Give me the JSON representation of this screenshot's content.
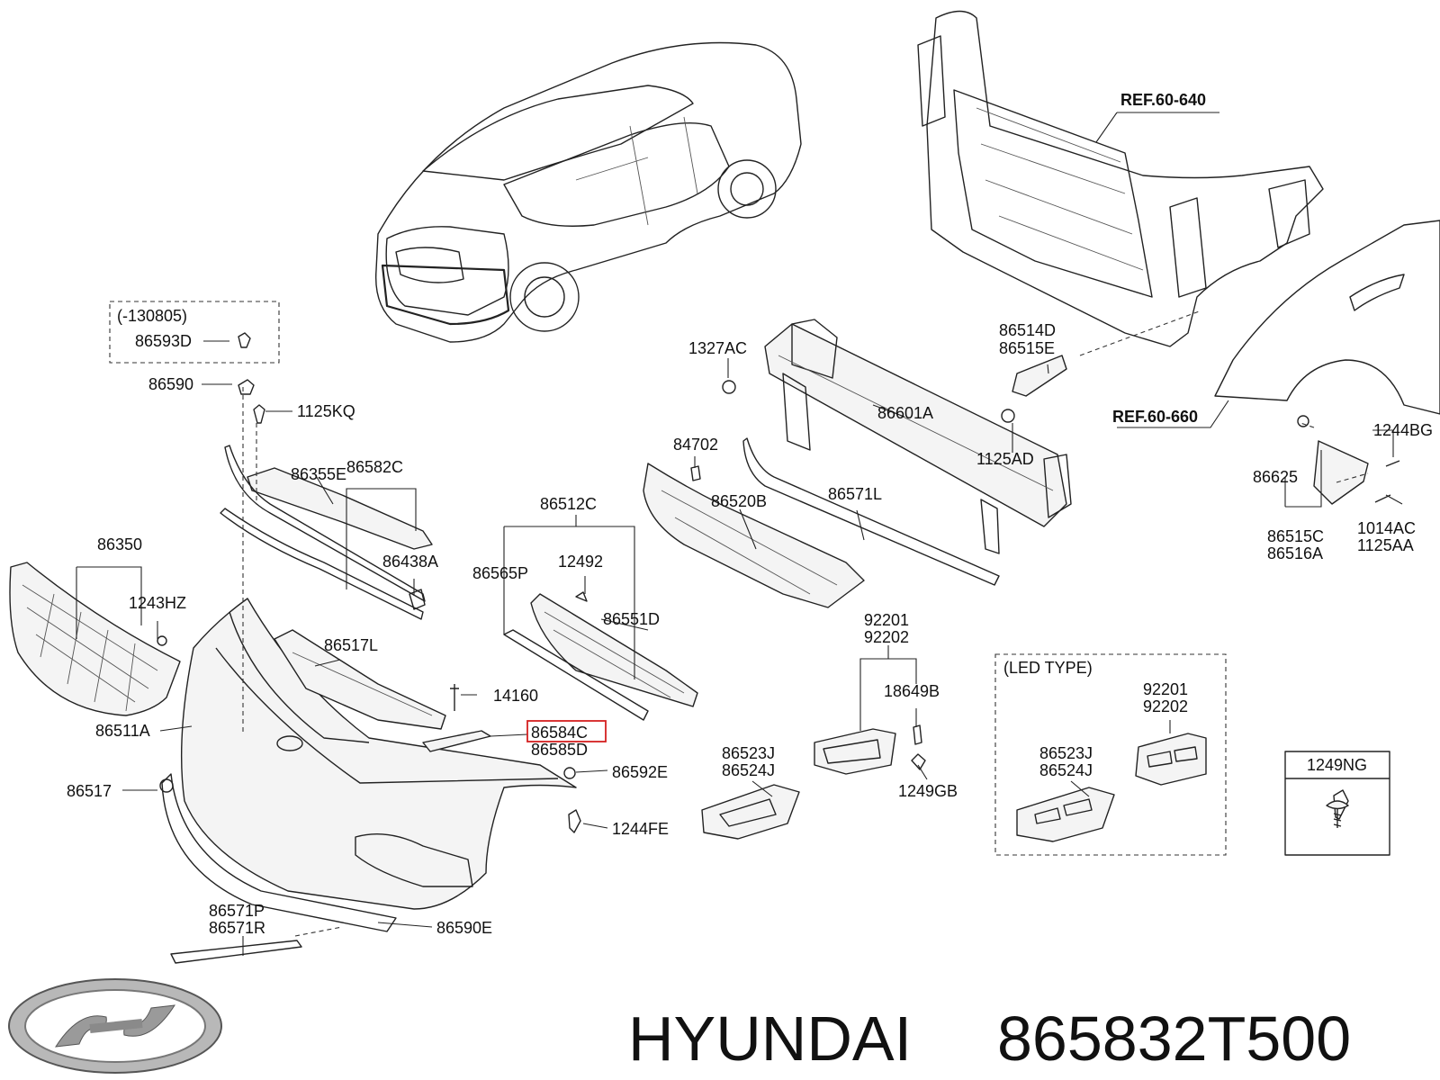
{
  "brand": {
    "name": "HYUNDAI",
    "part_number": "865832T500",
    "logo_icon": "hyundai-logo"
  },
  "highlight": {
    "label": "86584C",
    "color": "#d42020"
  },
  "references": {
    "ref_top": "REF.60-640",
    "ref_fender": "REF.60-660"
  },
  "boxes": {
    "variant_note": "(-130805)",
    "variant_part": "86593D",
    "led_type_title": "(LED TYPE)",
    "led_92201": "92201",
    "led_92202": "92202",
    "led_86523J": "86523J",
    "led_86524J": "86524J",
    "screw_box_title": "1249NG"
  },
  "labels": {
    "l86590": "86590",
    "l1125KQ": "1125KQ",
    "l86355E": "86355E",
    "l86582C": "86582C",
    "l86438A": "86438A",
    "l86350": "86350",
    "l1243HZ": "1243HZ",
    "l86517L": "86517L",
    "l14160": "14160",
    "l86511A": "86511A",
    "l86585D": "86585D",
    "l86592E": "86592E",
    "l86517": "86517",
    "l1244FE": "1244FE",
    "l86571P": "86571P",
    "l86571R": "86571R",
    "l86590E": "86590E",
    "l86512C": "86512C",
    "l86565P": "86565P",
    "l12492": "12492",
    "l86551D": "86551D",
    "l1327AC": "1327AC",
    "l84702": "84702",
    "l86520B": "86520B",
    "l86601A": "86601A",
    "l86571L": "86571L",
    "l86514D": "86514D",
    "l86515E": "86515E",
    "l1125AD": "1125AD",
    "l92201": "92201",
    "l92202": "92202",
    "l18649B": "18649B",
    "l86523J": "86523J",
    "l86524J": "86524J",
    "l1249GB": "1249GB",
    "l1244BG": "1244BG",
    "l86625": "86625",
    "l86515C": "86515C",
    "l86516A": "86516A",
    "l1014AC": "1014AC",
    "l1125AA": "1125AA"
  }
}
